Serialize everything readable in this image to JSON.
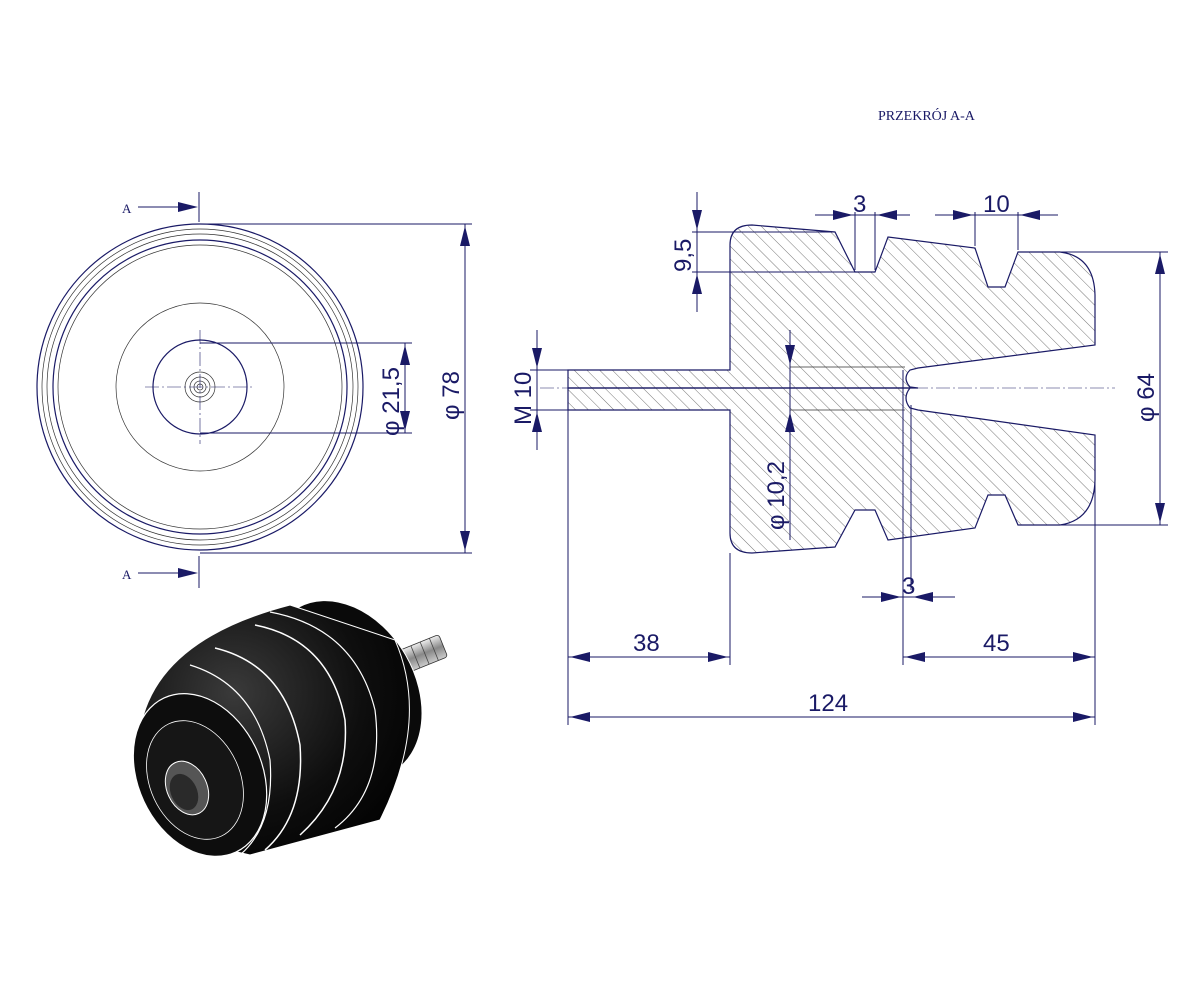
{
  "section_title": "PRZEKRÓJ A-A",
  "section_marker_top": "A",
  "section_marker_bottom": "A",
  "dims": {
    "front_bore": "φ 21,5",
    "front_outer": "φ 78",
    "groove_width": "3",
    "groove_top_width": "10",
    "groove_depth": "9,5",
    "thread": "M 10",
    "inner_bore": "φ 10,2",
    "body_diameter": "φ 64",
    "bottom_gap": "3",
    "stud_length": "38",
    "cone_length": "45",
    "total_length": "124"
  },
  "colors": {
    "ink": "#1a1a66",
    "hatch": "#555555",
    "rubber": "#111111"
  }
}
